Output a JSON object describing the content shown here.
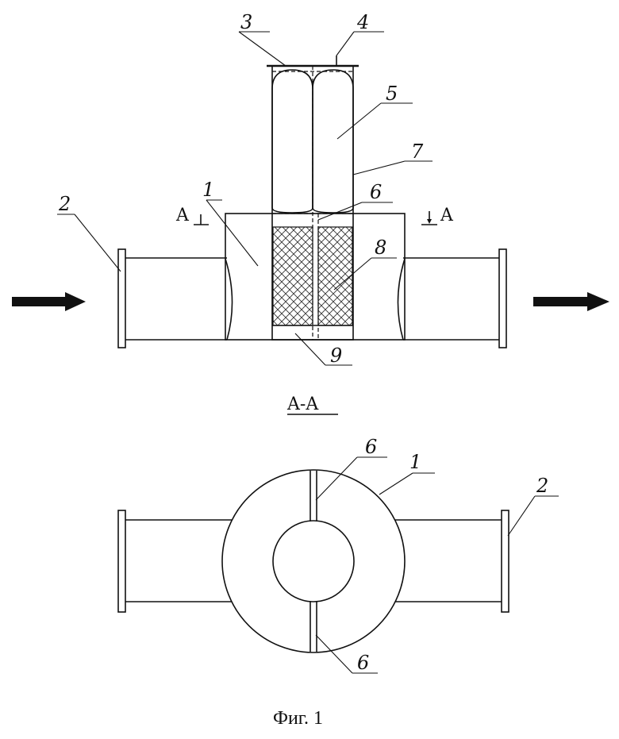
{
  "labels": {
    "l1_top": "1",
    "l2_top": "2",
    "l3": "3",
    "l4": "4",
    "l5": "5",
    "l6_top": "6",
    "l7": "7",
    "l8": "8",
    "l9": "9",
    "l1_bottom": "1",
    "l2_bottom": "2",
    "l6_bottom_a": "6",
    "l6_bottom_b": "6"
  },
  "section": {
    "left_mark": "A",
    "right_mark": "A",
    "title": "A-A"
  },
  "caption": "Фиг. 1"
}
